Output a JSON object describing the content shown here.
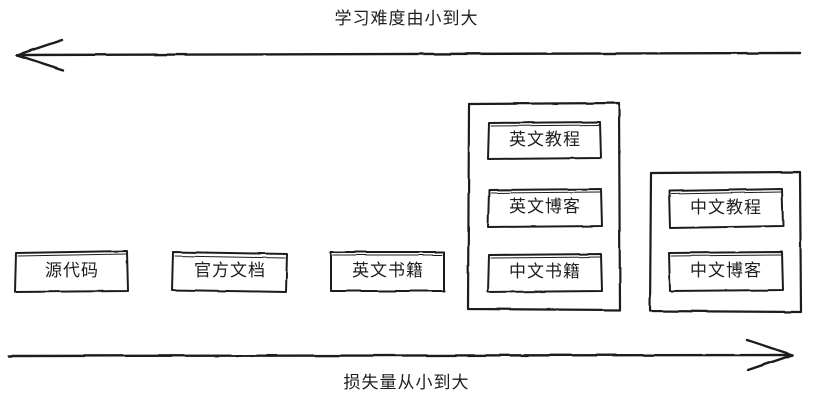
{
  "diagram": {
    "title_top": "学习难度由小到大",
    "title_bottom": "损失量从小到大",
    "style": "hand-drawn",
    "stroke_color": "#1e1e1e",
    "background_color": "#ffffff",
    "top_axis": {
      "label": "学习难度由小到大",
      "direction": "left",
      "arrowhead": "left-pointing"
    },
    "bottom_axis": {
      "label": "损失量从小到大",
      "direction": "right",
      "arrowhead": "right-pointing"
    },
    "items": [
      {
        "label": "源代码",
        "column": 1,
        "grouped": false
      },
      {
        "label": "官方文档",
        "column": 2,
        "grouped": false
      },
      {
        "label": "英文书籍",
        "column": 3,
        "grouped": false
      },
      {
        "label": "英文教程",
        "column": 4,
        "grouped": true
      },
      {
        "label": "英文博客",
        "column": 4,
        "grouped": true
      },
      {
        "label": "中文书籍",
        "column": 4,
        "grouped": true
      },
      {
        "label": "中文教程",
        "column": 5,
        "grouped": true
      },
      {
        "label": "中文博客",
        "column": 5,
        "grouped": true
      }
    ],
    "groups": [
      {
        "name": "group-english-and-chinese-books",
        "members": [
          "英文教程",
          "英文博客",
          "中文书籍"
        ]
      },
      {
        "name": "group-chinese-resources",
        "members": [
          "中文教程",
          "中文博客"
        ]
      }
    ]
  }
}
